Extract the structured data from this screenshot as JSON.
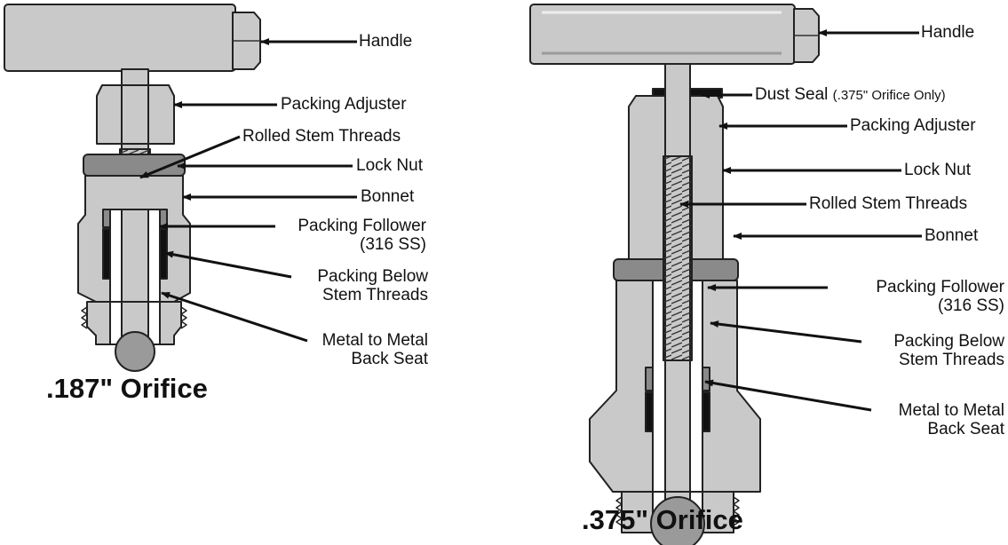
{
  "diagram": {
    "left_valve": {
      "caption": ".187\" Orifice",
      "labels": {
        "handle": "Handle",
        "packing_adjuster": "Packing Adjuster",
        "rolled_stem_threads": "Rolled Stem Threads",
        "lock_nut": "Lock Nut",
        "bonnet": "Bonnet",
        "packing_follower": "Packing Follower",
        "packing_follower_material": "(316 SS)",
        "packing_below": "Packing Below",
        "packing_below_2": "Stem Threads",
        "back_seat": "Metal to Metal",
        "back_seat_2": "Back Seat"
      }
    },
    "right_valve": {
      "caption": ".375\" Orifice",
      "labels": {
        "handle": "Handle",
        "dust_seal": "Dust Seal",
        "dust_seal_note": "(.375\" Orifice Only)",
        "packing_adjuster": "Packing Adjuster",
        "lock_nut": "Lock Nut",
        "rolled_stem_threads": "Rolled Stem Threads",
        "bonnet": "Bonnet",
        "packing_follower": "Packing Follower",
        "packing_follower_material": "(316 SS)",
        "packing_below": "Packing Below",
        "packing_below_2": "Stem Threads",
        "back_seat": "Metal to Metal",
        "back_seat_2": "Back Seat"
      }
    },
    "colors": {
      "metal_fill": "#c9c9c9",
      "metal_dark": "#8a8a8a",
      "outline": "#222222",
      "packing": "#111111",
      "ball": "#9a9a9a"
    }
  }
}
